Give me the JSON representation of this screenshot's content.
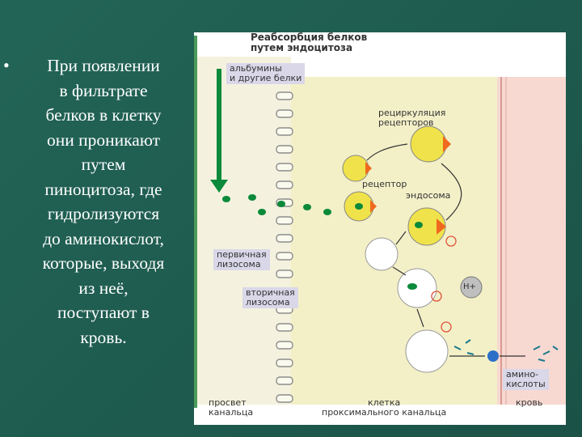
{
  "bullet": {
    "marker": "•",
    "lines": [
      "При появлении",
      "в фильтрате",
      "белков в клетку",
      "они проникают",
      "путем",
      "пиноцитоза, где",
      "гидролизуются",
      "до аминокислот,",
      "которые, выходя",
      "из неё,",
      "поступают в",
      "кровь."
    ]
  },
  "figure": {
    "title_line1": "Реабсорбция белков",
    "title_line2": "путем эндоцитоза",
    "label_albumin_1": "альбумины",
    "label_albumin_2": "и другие белки",
    "label_recycle_1": "рециркуляция",
    "label_recycle_2": "рецепторов",
    "label_receptor": "рецептор",
    "label_endosome": "эндосома",
    "label_primary_1": "первичная",
    "label_primary_2": "лизосома",
    "label_secondary_1": "вторичная",
    "label_secondary_2": "лизосома",
    "label_hplus": "H+",
    "label_amino_1": "амино-",
    "label_amino_2": "кислоты",
    "label_lumen_1": "просвет",
    "label_lumen_2": "канальца",
    "label_cell_1": "клетка",
    "label_cell_2": "проксимального канальца",
    "label_blood": "кровь"
  },
  "colors": {
    "background": "#226557",
    "cell": "#f3f0c8",
    "wall": "#f7d9d2",
    "arrow_green": "#0a8a3a",
    "vesicle_yellow": "#f0e24a",
    "receptor_orange": "#ef6a1e",
    "label_box": "#d9d7e8"
  }
}
